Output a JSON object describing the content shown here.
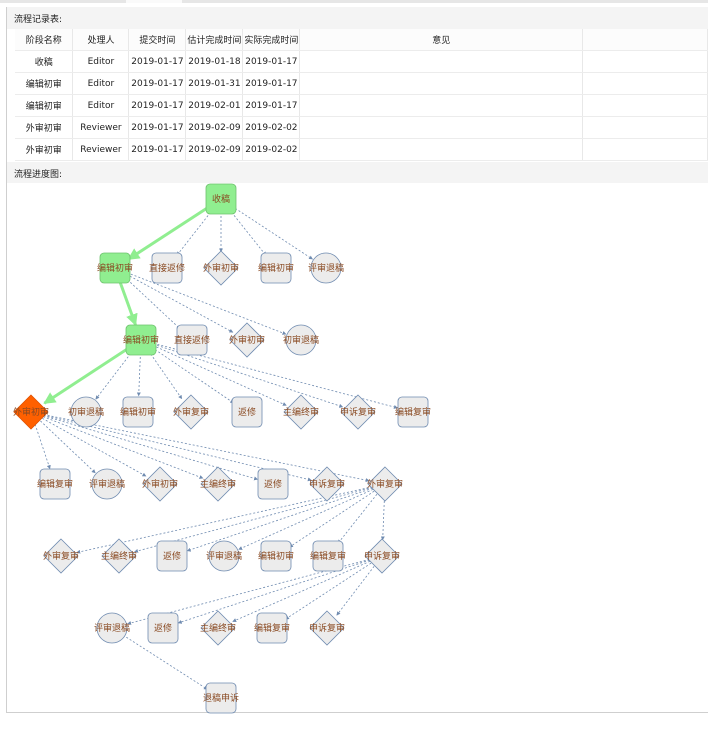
{
  "record_title": "流程记录表:",
  "diagram_title": "流程进度图:",
  "table": {
    "headers": [
      "阶段名称",
      "处理人",
      "提交时间",
      "估计完成时间",
      "实际完成时间",
      "意见"
    ],
    "rows": [
      [
        "收稿",
        "Editor",
        "2019-01-17",
        "2019-01-18",
        "2019-01-17",
        ""
      ],
      [
        "编辑初审",
        "Editor",
        "2019-01-17",
        "2019-01-31",
        "2019-01-17",
        ""
      ],
      [
        "编辑初审",
        "Editor",
        "2019-01-17",
        "2019-02-01",
        "2019-01-17",
        ""
      ],
      [
        "外审初审",
        "Reviewer",
        "2019-01-17",
        "2019-02-09",
        "2019-02-02",
        ""
      ],
      [
        "外审初审",
        "Reviewer",
        "2019-01-17",
        "2019-02-09",
        "2019-02-02",
        ""
      ]
    ]
  },
  "colors": {
    "done_fill": "#90ee90",
    "done_stroke": "#6ec26e",
    "current_fill": "#ff6000",
    "current_stroke": "#e05000",
    "pending_fill": "#ececec",
    "pending_stroke": "#6f8bb0",
    "label": "#8a4a22",
    "active_edge": "#90ee90",
    "dashed_edge": "#6f8bb0"
  },
  "flow": {
    "nodes": [
      {
        "id": "n0",
        "label": "收稿",
        "shape": "rect",
        "state": "done"
      },
      {
        "id": "n1",
        "label": "编辑初审",
        "shape": "rect",
        "state": "done"
      },
      {
        "id": "n2",
        "label": "直接返修",
        "shape": "rect",
        "state": "pending"
      },
      {
        "id": "n3",
        "label": "外审初审",
        "shape": "diamond",
        "state": "pending"
      },
      {
        "id": "n4",
        "label": "编辑初审",
        "shape": "rect",
        "state": "pending"
      },
      {
        "id": "n5",
        "label": "评审退稿",
        "shape": "circle",
        "state": "pending"
      },
      {
        "id": "n6",
        "label": "编辑初审",
        "shape": "rect",
        "state": "done"
      },
      {
        "id": "n7",
        "label": "直接返修",
        "shape": "rect",
        "state": "pending"
      },
      {
        "id": "n8",
        "label": "外审初审",
        "shape": "diamond",
        "state": "pending"
      },
      {
        "id": "n9",
        "label": "初审退稿",
        "shape": "circle",
        "state": "pending"
      },
      {
        "id": "n10",
        "label": "外审初审",
        "shape": "diamond",
        "state": "current"
      },
      {
        "id": "n11",
        "label": "初审退稿",
        "shape": "circle",
        "state": "pending"
      },
      {
        "id": "n12",
        "label": "编辑初审",
        "shape": "rect",
        "state": "pending"
      },
      {
        "id": "n13",
        "label": "外审复审",
        "shape": "diamond",
        "state": "pending"
      },
      {
        "id": "n14",
        "label": "返修",
        "shape": "rect",
        "state": "pending"
      },
      {
        "id": "n15",
        "label": "主编终审",
        "shape": "diamond",
        "state": "pending"
      },
      {
        "id": "n16",
        "label": "申诉复审",
        "shape": "diamond",
        "state": "pending"
      },
      {
        "id": "n17",
        "label": "编辑复审",
        "shape": "rect",
        "state": "pending"
      },
      {
        "id": "n18",
        "label": "编辑复审",
        "shape": "rect",
        "state": "pending"
      },
      {
        "id": "n19",
        "label": "评审退稿",
        "shape": "circle",
        "state": "pending"
      },
      {
        "id": "n20",
        "label": "外审初审",
        "shape": "diamond",
        "state": "pending"
      },
      {
        "id": "n21",
        "label": "主编终审",
        "shape": "diamond",
        "state": "pending"
      },
      {
        "id": "n22",
        "label": "返修",
        "shape": "rect",
        "state": "pending"
      },
      {
        "id": "n23",
        "label": "申诉复审",
        "shape": "diamond",
        "state": "pending"
      },
      {
        "id": "n24",
        "label": "外审复审",
        "shape": "diamond",
        "state": "pending"
      },
      {
        "id": "n25",
        "label": "外审复审",
        "shape": "diamond",
        "state": "pending"
      },
      {
        "id": "n26",
        "label": "主编终审",
        "shape": "diamond",
        "state": "pending"
      },
      {
        "id": "n27",
        "label": "返修",
        "shape": "rect",
        "state": "pending"
      },
      {
        "id": "n28",
        "label": "评审退稿",
        "shape": "circle",
        "state": "pending"
      },
      {
        "id": "n29",
        "label": "编辑初审",
        "shape": "rect",
        "state": "pending"
      },
      {
        "id": "n30",
        "label": "编辑复审",
        "shape": "rect",
        "state": "pending"
      },
      {
        "id": "n31",
        "label": "申诉复审",
        "shape": "diamond",
        "state": "pending"
      },
      {
        "id": "n32",
        "label": "评审退稿",
        "shape": "circle",
        "state": "pending"
      },
      {
        "id": "n33",
        "label": "返修",
        "shape": "rect",
        "state": "pending"
      },
      {
        "id": "n34",
        "label": "主编终审",
        "shape": "diamond",
        "state": "pending"
      },
      {
        "id": "n35",
        "label": "编辑复审",
        "shape": "rect",
        "state": "pending"
      },
      {
        "id": "n36",
        "label": "申诉复审",
        "shape": "diamond",
        "state": "pending"
      },
      {
        "id": "n37",
        "label": "退稿申诉",
        "shape": "rect",
        "state": "pending"
      }
    ],
    "edges": [
      {
        "from": "n0",
        "to": "n1",
        "active": true
      },
      {
        "from": "n0",
        "to": "n2"
      },
      {
        "from": "n0",
        "to": "n3"
      },
      {
        "from": "n0",
        "to": "n4"
      },
      {
        "from": "n0",
        "to": "n5"
      },
      {
        "from": "n1",
        "to": "n6",
        "active": true
      },
      {
        "from": "n1",
        "to": "n7"
      },
      {
        "from": "n1",
        "to": "n8"
      },
      {
        "from": "n1",
        "to": "n9"
      },
      {
        "from": "n6",
        "to": "n10",
        "active": true
      },
      {
        "from": "n6",
        "to": "n11"
      },
      {
        "from": "n6",
        "to": "n12"
      },
      {
        "from": "n6",
        "to": "n13"
      },
      {
        "from": "n6",
        "to": "n14"
      },
      {
        "from": "n6",
        "to": "n15"
      },
      {
        "from": "n6",
        "to": "n16"
      },
      {
        "from": "n6",
        "to": "n17"
      },
      {
        "from": "n10",
        "to": "n18"
      },
      {
        "from": "n10",
        "to": "n19"
      },
      {
        "from": "n10",
        "to": "n20"
      },
      {
        "from": "n10",
        "to": "n21"
      },
      {
        "from": "n10",
        "to": "n22"
      },
      {
        "from": "n10",
        "to": "n23"
      },
      {
        "from": "n10",
        "to": "n24"
      },
      {
        "from": "n24",
        "to": "n25"
      },
      {
        "from": "n24",
        "to": "n26"
      },
      {
        "from": "n24",
        "to": "n27"
      },
      {
        "from": "n24",
        "to": "n28"
      },
      {
        "from": "n24",
        "to": "n29"
      },
      {
        "from": "n24",
        "to": "n30"
      },
      {
        "from": "n24",
        "to": "n31"
      },
      {
        "from": "n31",
        "to": "n32"
      },
      {
        "from": "n31",
        "to": "n33"
      },
      {
        "from": "n31",
        "to": "n34"
      },
      {
        "from": "n31",
        "to": "n35"
      },
      {
        "from": "n31",
        "to": "n36"
      },
      {
        "from": "n32",
        "to": "n37"
      }
    ]
  }
}
